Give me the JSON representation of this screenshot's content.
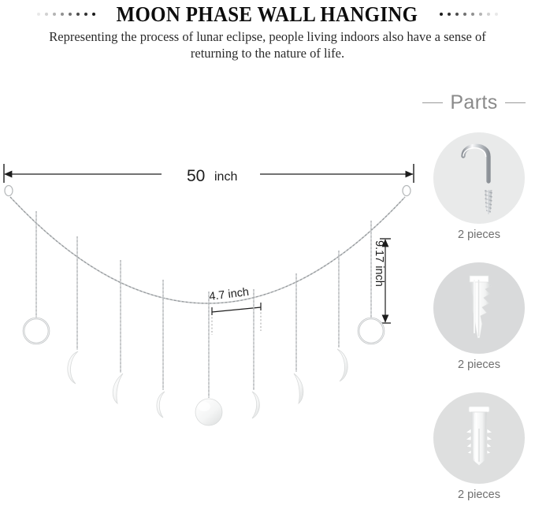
{
  "header": {
    "title": "MOON PHASE WALL HANGING",
    "subtitle": "Representing the process of lunar eclipse, people living indoors also have a sense of returning to the nature of life.",
    "dot_count_left": 8,
    "dot_count_right": 8
  },
  "diagram": {
    "width_label_value": "50",
    "width_label_unit": "inch",
    "spacing_label": "4.7 inch",
    "drop_label": "9.17 inch",
    "charm_count": 9,
    "charms": [
      {
        "phase": "new-moon-ring"
      },
      {
        "phase": "waxing-crescent"
      },
      {
        "phase": "waxing-quarter"
      },
      {
        "phase": "waxing-gibbous-crescent"
      },
      {
        "phase": "full-moon"
      },
      {
        "phase": "waning-gibbous-crescent"
      },
      {
        "phase": "waning-quarter"
      },
      {
        "phase": "waning-crescent"
      },
      {
        "phase": "new-moon-ring"
      }
    ]
  },
  "parts": {
    "heading": "Parts",
    "items": [
      {
        "name": "screw-hook",
        "quantity": "2 pieces"
      },
      {
        "name": "plastic-drywall-anchor",
        "quantity": "2 pieces"
      },
      {
        "name": "ribbed-wall-plug",
        "quantity": "2 pieces"
      }
    ]
  },
  "colors": {
    "ink": "#1d1d1d",
    "muted_text": "#6f6f6f",
    "disc_light": "#e9eaea",
    "disc_mid": "#d9dadb",
    "metal": "#b9bcc0",
    "plastic": "#f2f3f3"
  }
}
